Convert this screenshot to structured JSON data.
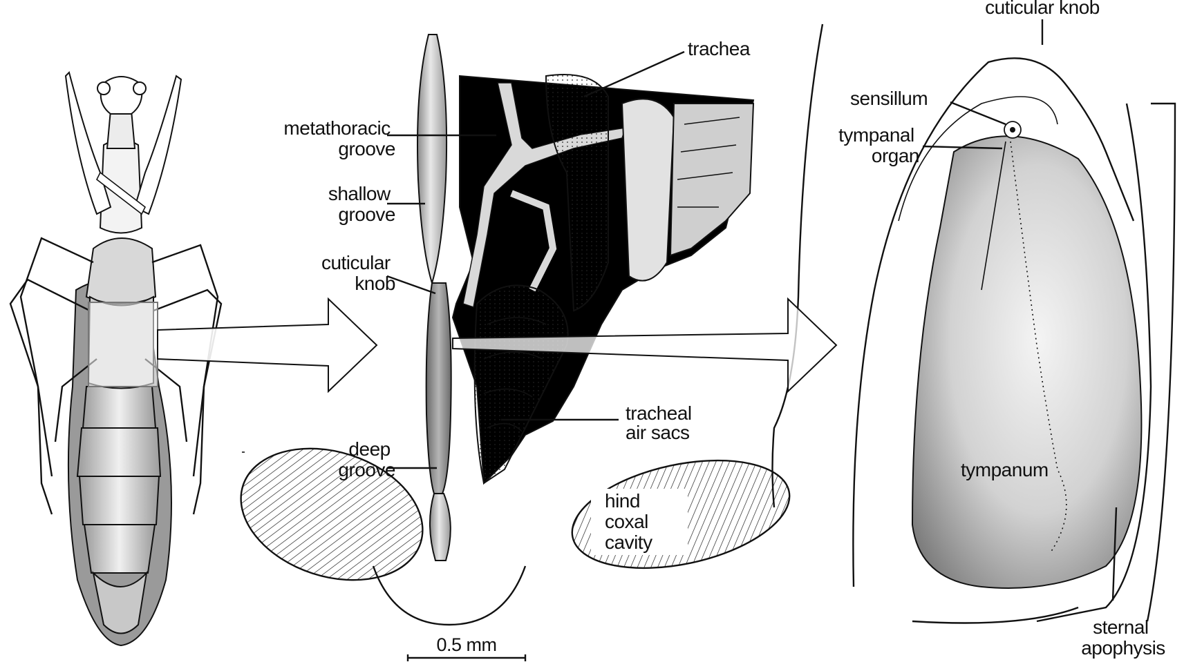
{
  "labels": {
    "metathoracic_groove": [
      "metathoracic",
      "groove"
    ],
    "shallow_groove": [
      "shallow",
      "groove"
    ],
    "cuticular_knob_mid": [
      "cuticular",
      "knob"
    ],
    "deep_groove": [
      "deep",
      "groove"
    ],
    "trachea": "trachea",
    "tracheal_air_sacs": [
      "tracheal",
      "air sacs"
    ],
    "hind_coxal_cavity": [
      "hind",
      "coxal",
      "cavity"
    ],
    "scale_bar": "0.5 mm",
    "cuticular_knob_right": "cuticular knob",
    "sensillum": "sensillum",
    "tympanal_organ": [
      "tympanal",
      "organ"
    ],
    "tympanum": "tympanum",
    "sternal_apophysis": [
      "sternal",
      "apophysis"
    ]
  },
  "colors": {
    "ink": "#111111",
    "shade_light": "#e6e6e6",
    "shade_mid": "#bdbdbd",
    "shade_dark": "#8a8a8a",
    "black_fill": "#000000"
  },
  "icons": {
    "zoom_arrow_left": "large-outline-arrow",
    "zoom_arrow_right": "large-outline-arrow"
  }
}
